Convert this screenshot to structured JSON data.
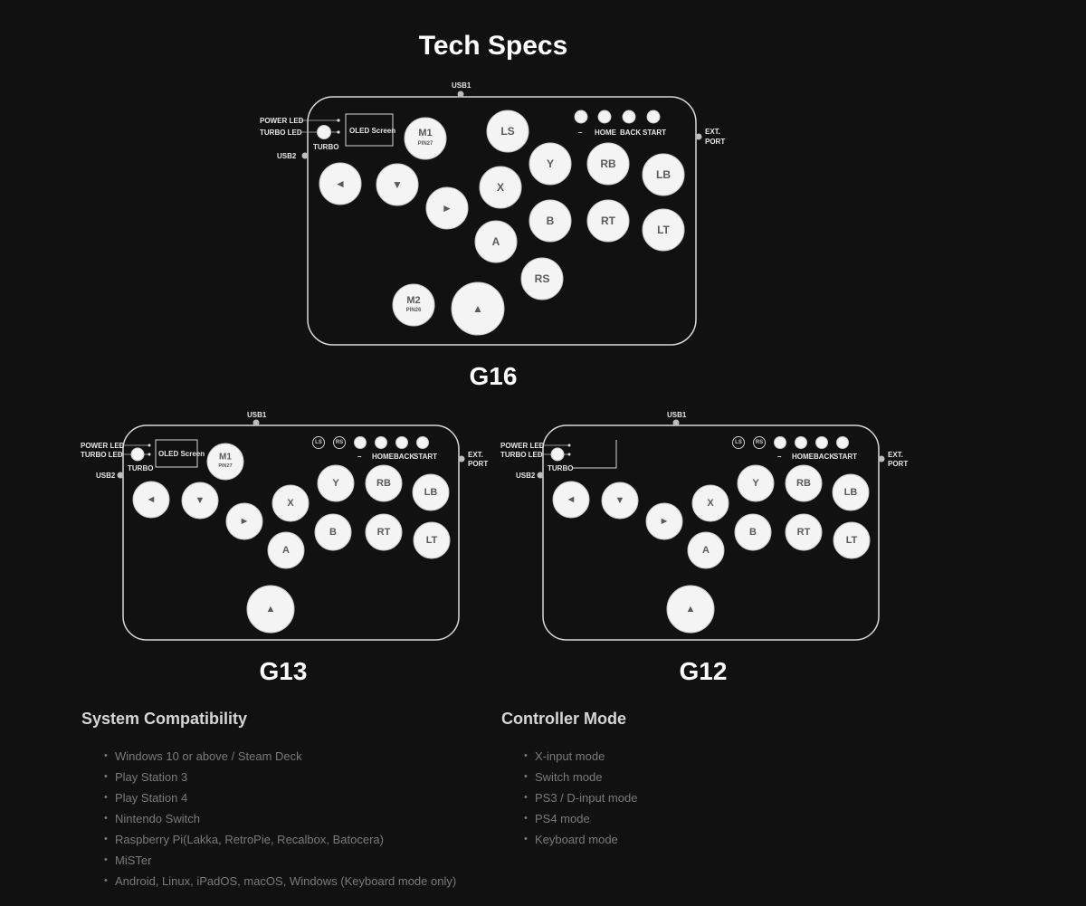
{
  "page": {
    "title": "Tech Specs"
  },
  "diagrams": {
    "g16": {
      "model": "G16",
      "port_labels": {
        "usb1": "USB1",
        "usb2": "USB2",
        "ext_port_1": "EXT.",
        "ext_port_2": "PORT"
      },
      "led_labels": {
        "power": "POWER LED",
        "turbo": "TURBO LED",
        "turbo_button": "TURBO"
      },
      "oled_label": "OLED Screen",
      "buttons": {
        "m1": "M1",
        "m1_sub": "PIN27",
        "m2": "M2",
        "m2_sub": "PIN26",
        "ls": "LS",
        "rs": "RS",
        "y": "Y",
        "x": "X",
        "b": "B",
        "a": "A",
        "rb": "RB",
        "rt": "RT",
        "lb": "LB",
        "lt": "LT",
        "left": "◄",
        "down": "▼",
        "right": "►",
        "up": "▲"
      },
      "func_labels": {
        "minus": "–",
        "home": "HOME",
        "back": "BACK",
        "start": "START"
      }
    },
    "g13": {
      "model": "G13",
      "port_labels": {
        "usb1": "USB1",
        "usb2": "USB2",
        "ext_port_1": "EXT.",
        "ext_port_2": "PORT"
      },
      "led_labels": {
        "power": "POWER LED",
        "turbo": "TURBO LED",
        "turbo_button": "TURBO"
      },
      "oled_label": "OLED Screen",
      "buttons": {
        "m1": "M1",
        "m1_sub": "PIN27",
        "ls": "LS",
        "rs": "RS",
        "y": "Y",
        "x": "X",
        "b": "B",
        "a": "A",
        "rb": "RB",
        "rt": "RT",
        "lb": "LB",
        "lt": "LT",
        "left": "◄",
        "down": "▼",
        "right": "►",
        "up": "▲"
      },
      "func_labels": {
        "minus": "–",
        "home": "HOME",
        "back": "BACK",
        "start": "START"
      }
    },
    "g12": {
      "model": "G12",
      "port_labels": {
        "usb1": "USB1",
        "usb2": "USB2",
        "ext_port_1": "EXT.",
        "ext_port_2": "PORT"
      },
      "led_labels": {
        "power": "POWER LED",
        "turbo": "TURBO LED",
        "turbo_button": "TURBO"
      },
      "buttons": {
        "ls": "LS",
        "rs": "RS",
        "y": "Y",
        "x": "X",
        "b": "B",
        "a": "A",
        "rb": "RB",
        "rt": "RT",
        "lb": "LB",
        "lt": "LT",
        "left": "◄",
        "down": "▼",
        "right": "►",
        "up": "▲"
      },
      "func_labels": {
        "minus": "–",
        "home": "HOME",
        "back": "BACK",
        "start": "START"
      }
    }
  },
  "system_compatibility": {
    "title": "System Compatibility",
    "items": [
      "Windows 10 or above / Steam Deck",
      "Play Station 3",
      "Play Station 4",
      "Nintendo Switch",
      "Raspberry Pi(Lakka, RetroPie, Recalbox, Batocera)",
      "MiSTer",
      "Android, Linux, iPadOS, macOS, Windows (Keyboard mode only)"
    ]
  },
  "controller_mode": {
    "title": "Controller Mode",
    "items": [
      "X-input mode",
      "Switch mode",
      "PS3 / D-input mode",
      "PS4 mode",
      "Keyboard mode"
    ]
  }
}
